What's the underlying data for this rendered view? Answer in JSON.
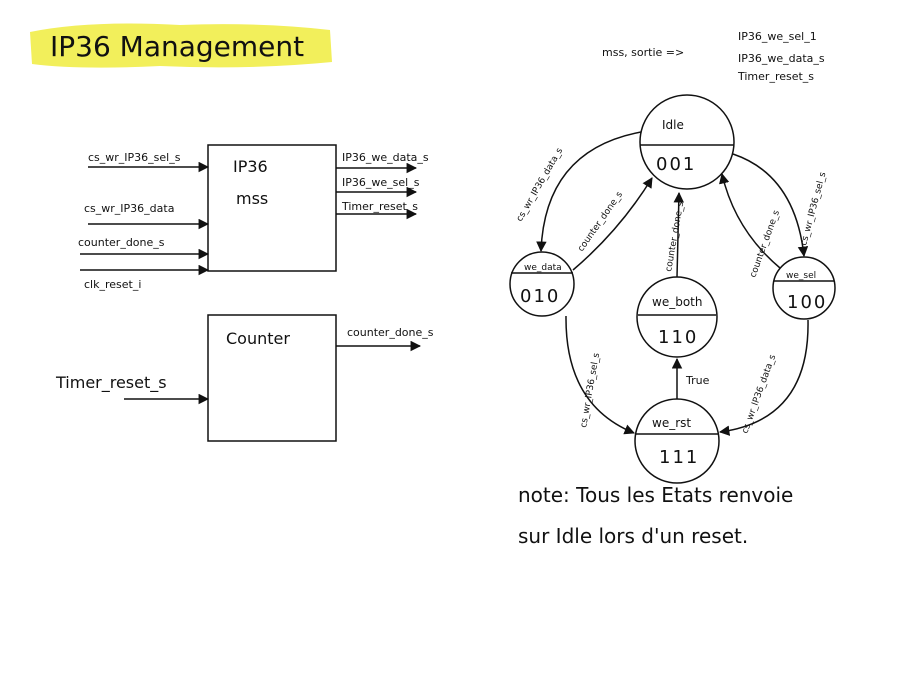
{
  "title": "IP36 Management",
  "colors": {
    "highlight": "#f2ef5b",
    "ink": "#111111"
  },
  "top_note": {
    "prefix": "mss, sortie =>",
    "lines": [
      "IP36_we_sel_1",
      "IP36_we_data_s",
      "Timer_reset_s"
    ]
  },
  "mss_block": {
    "title": "IP36",
    "subtitle": "mss",
    "inputs": [
      "cs_wr_IP36_sel_s",
      "cs_wr_IP36_data",
      "counter_done_s",
      "clk_reset_i"
    ],
    "outputs": [
      "IP36_we_data_s",
      "IP36_we_sel_s",
      "Timer_reset_s"
    ]
  },
  "counter_block": {
    "title": "Counter",
    "input": "Timer_reset_s",
    "output": "counter_done_s"
  },
  "fsm": {
    "states": [
      {
        "id": "idle",
        "name": "Idle",
        "code": "001"
      },
      {
        "id": "we_data",
        "name": "we_data",
        "code": "010"
      },
      {
        "id": "we_both",
        "name": "we_both",
        "code": "110"
      },
      {
        "id": "we_sel",
        "name": "we_sel",
        "code": "100"
      },
      {
        "id": "we_rst",
        "name": "we_rst",
        "code": "111"
      }
    ],
    "transitions": [
      {
        "label": "cs_wr_IP36_data_s"
      },
      {
        "label": "counter_done_s"
      },
      {
        "label": "counter_done_s"
      },
      {
        "label": "counter_done_s"
      },
      {
        "label": "cs_wr_IP36_sel_s"
      },
      {
        "label": "cs_wr_IP36_sel_s"
      },
      {
        "label": "cs_wr_IP36_data_s"
      },
      {
        "label": "True"
      }
    ]
  },
  "note": {
    "line1": "note: Tous les Etats renvoie",
    "line2": "sur Idle lors d'un reset."
  }
}
